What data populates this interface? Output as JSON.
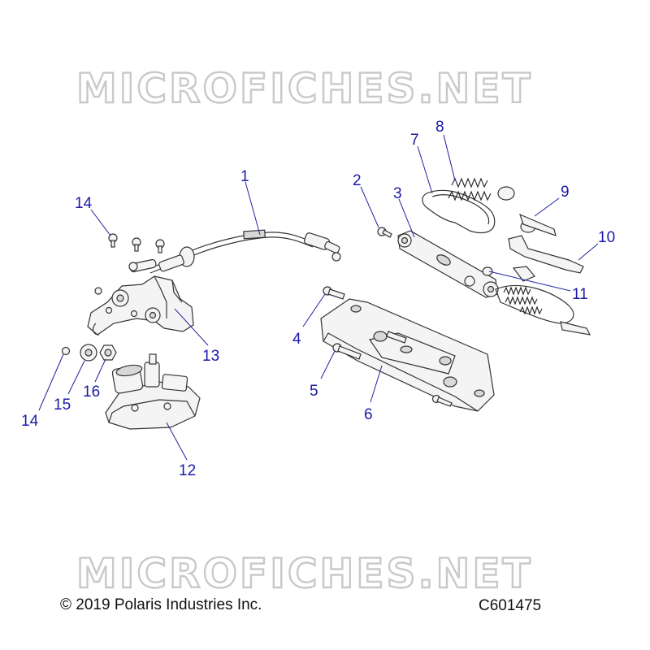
{
  "watermark": {
    "text": "MICROFICHES.NET"
  },
  "footer": {
    "copyright": "© 2019 Polaris Industries Inc.",
    "figure_code": "C601475"
  },
  "callouts": [
    {
      "id": "c1",
      "label": "1"
    },
    {
      "id": "c2",
      "label": "2"
    },
    {
      "id": "c3",
      "label": "3"
    },
    {
      "id": "c4",
      "label": "4"
    },
    {
      "id": "c5",
      "label": "5"
    },
    {
      "id": "c6",
      "label": "6"
    },
    {
      "id": "c7",
      "label": "7"
    },
    {
      "id": "c8",
      "label": "8"
    },
    {
      "id": "c9",
      "label": "9"
    },
    {
      "id": "c10",
      "label": "10"
    },
    {
      "id": "c11",
      "label": "11"
    },
    {
      "id": "c12",
      "label": "12"
    },
    {
      "id": "c13",
      "label": "13"
    },
    {
      "id": "c14a",
      "label": "14"
    },
    {
      "id": "c14b",
      "label": "14"
    },
    {
      "id": "c15",
      "label": "15"
    },
    {
      "id": "c16",
      "label": "16"
    }
  ],
  "colors": {
    "callout": "#1a1aa8",
    "watermark": "#c9c9c9",
    "line": "#333333"
  }
}
